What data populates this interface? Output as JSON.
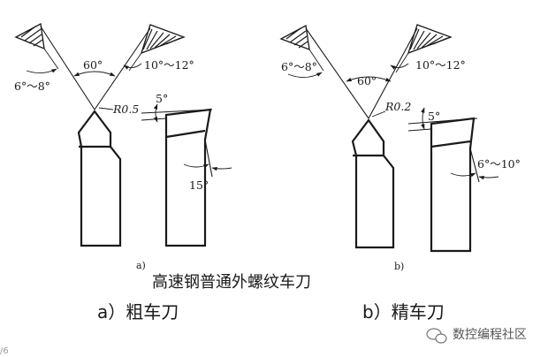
{
  "figure": {
    "left": {
      "angle_left": "6°～8°",
      "angle_top": "60°",
      "angle_right": "10°～12°",
      "radius": "R0.5",
      "angle_5": "5°",
      "angle_bottom": "15°",
      "sub_label": "a)"
    },
    "right": {
      "angle_left": "6°～8°",
      "angle_top": "60°",
      "angle_right": "10°～12°",
      "radius": "R0.2",
      "angle_5": "5°",
      "angle_bottom": "6°～10°",
      "sub_label": "b)"
    },
    "title": "高速钢普通外螺纹车刀"
  },
  "captions": {
    "left": "a）粗车刀",
    "right": "b）精车刀"
  },
  "watermark": {
    "text": "数控编程社区",
    "page_marker": "/6"
  }
}
